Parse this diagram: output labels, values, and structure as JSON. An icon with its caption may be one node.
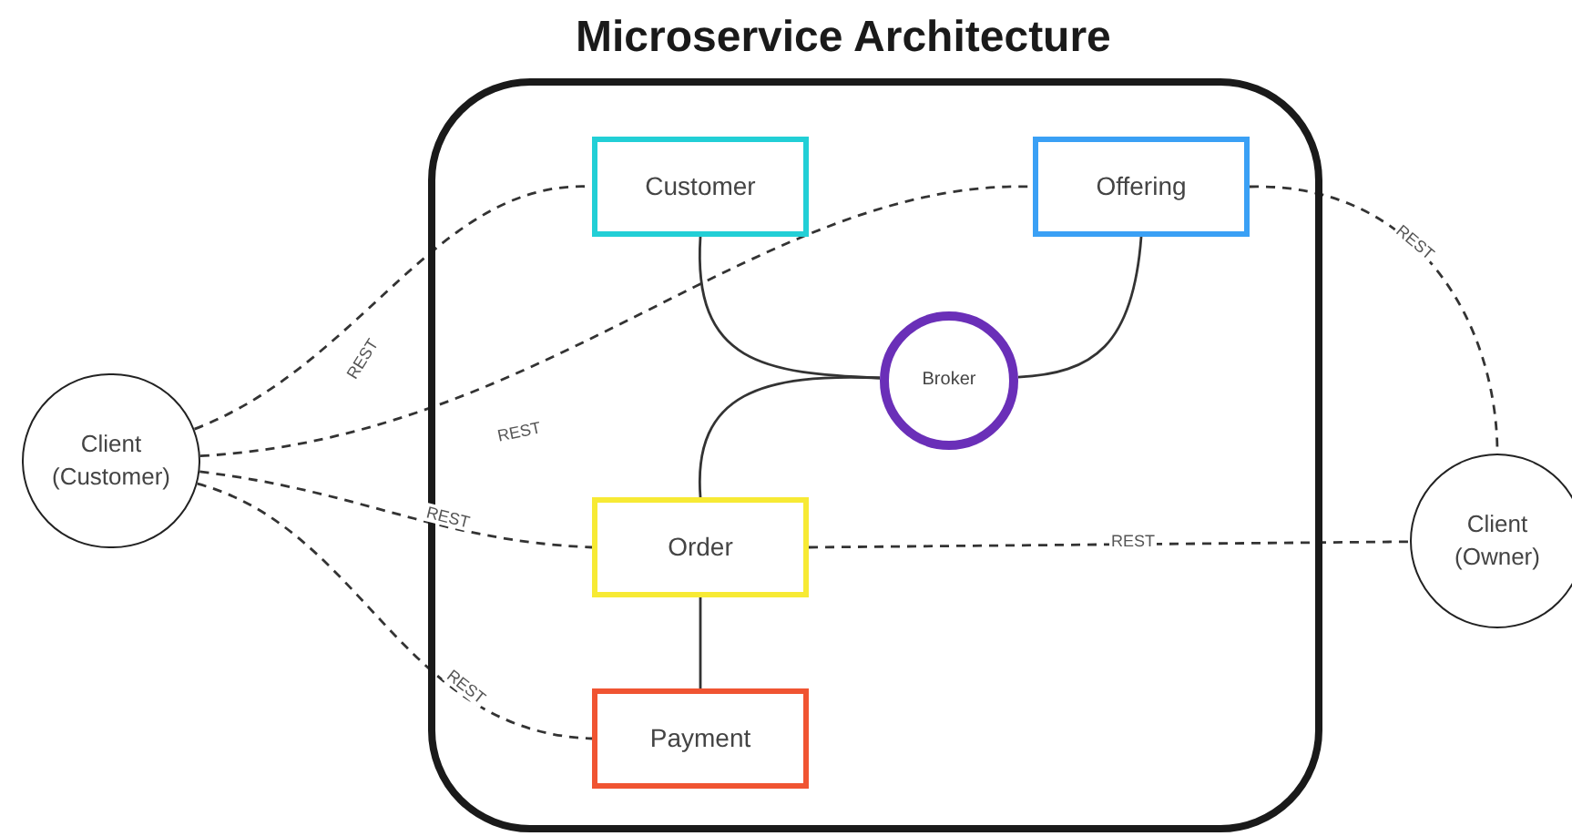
{
  "diagram": {
    "title": "Microservice Architecture",
    "nodes": [
      {
        "text": [],
        "shape": "box"
      },
      {
        "text": [
          "Customer"
        ],
        "in": 0
      },
      {
        "text": [
          "Offering"
        ],
        "in": 0
      },
      {
        "text": [
          "Broker"
        ],
        "in": 0
      },
      {
        "text": [
          "Order"
        ],
        "in": 0
      },
      {
        "text": [
          "Payment"
        ],
        "in": 0
      },
      {
        "text": [
          "Client (Customer)"
        ]
      },
      {
        "text": [
          "Client (Owner)"
        ]
      }
    ],
    "edges": [
      {
        "from": 6,
        "to": 1,
        "arrow": "none",
        "label": "REST",
        "style": "dashed"
      },
      {
        "from": 6,
        "to": 2,
        "arrow": "none",
        "label": "REST",
        "style": "dashed"
      },
      {
        "from": 6,
        "to": 4,
        "arrow": "none",
        "label": "REST",
        "style": "dashed"
      },
      {
        "from": 6,
        "to": 5,
        "arrow": "none",
        "label": "REST",
        "style": "dashed"
      },
      {
        "from": 2,
        "to": 7,
        "arrow": "none",
        "label": "REST",
        "style": "dashed"
      },
      {
        "from": 4,
        "to": 7,
        "arrow": "none",
        "label": "REST",
        "style": "dashed"
      },
      {
        "from": 1,
        "to": 3,
        "arrow": "none"
      },
      {
        "from": 2,
        "to": 3,
        "arrow": "none"
      },
      {
        "from": 4,
        "to": 3,
        "arrow": "none"
      },
      {
        "from": 4,
        "to": 5,
        "arrow": "none"
      }
    ]
  }
}
